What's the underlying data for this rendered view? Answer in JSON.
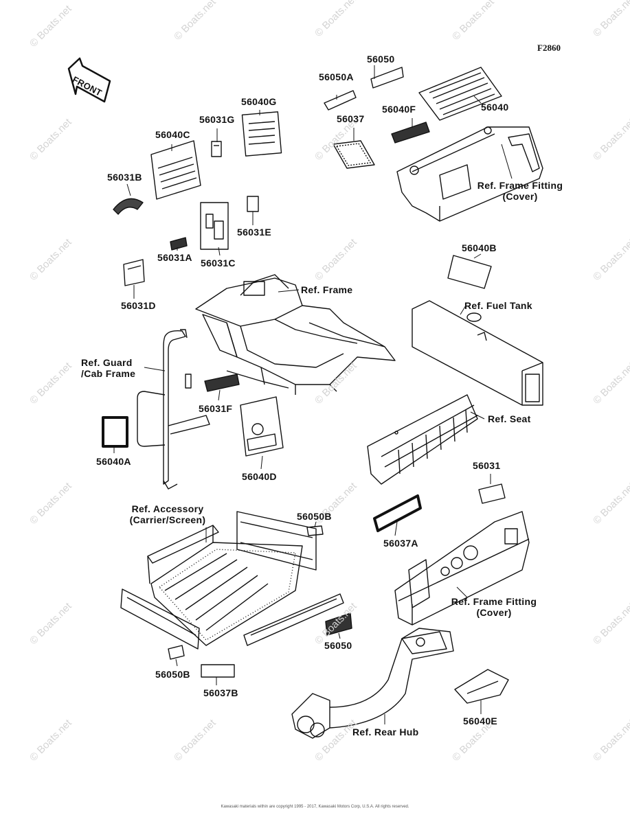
{
  "diagram_code": "F2860",
  "front_arrow_text": "FRONT",
  "labels": {
    "p56050": "56050",
    "p56050A": "56050A",
    "p56040G": "56040G",
    "p56031G": "56031G",
    "p56040C": "56040C",
    "p56037": "56037",
    "p56040F": "56040F",
    "p56040": "56040",
    "ref_frame_fitting_top_1": "Ref. Frame Fitting",
    "ref_frame_fitting_top_2": "(Cover)",
    "p56031B": "56031B",
    "p56031E": "56031E",
    "p56031A": "56031A",
    "p56031C": "56031C",
    "p56040B": "56040B",
    "p56031D": "56031D",
    "ref_frame": "Ref. Frame",
    "ref_fuel_tank": "Ref. Fuel Tank",
    "ref_guard_1": "Ref. Guard",
    "ref_guard_2": "/Cab Frame",
    "p56031F": "56031F",
    "ref_seat": "Ref. Seat",
    "p56040A": "56040A",
    "p56040D": "56040D",
    "p56031": "56031",
    "ref_accessory_1": "Ref. Accessory",
    "ref_accessory_2": "(Carrier/Screen)",
    "p56050B_top": "56050B",
    "p56037A": "56037A",
    "ref_frame_fitting_bot_1": "Ref. Frame Fitting",
    "ref_frame_fitting_bot_2": "(Cover)",
    "p56050_bot": "56050",
    "p56050B_bot": "56050B",
    "p56037B": "56037B",
    "p56040E": "56040E",
    "ref_rear_hub": "Ref. Rear Hub"
  },
  "watermark": "© Boats.net",
  "footer": "Kawasaki materials within are copyright 1995 - 2017, Kawasaki Motors Corp, U.S.A. All rights reserved."
}
